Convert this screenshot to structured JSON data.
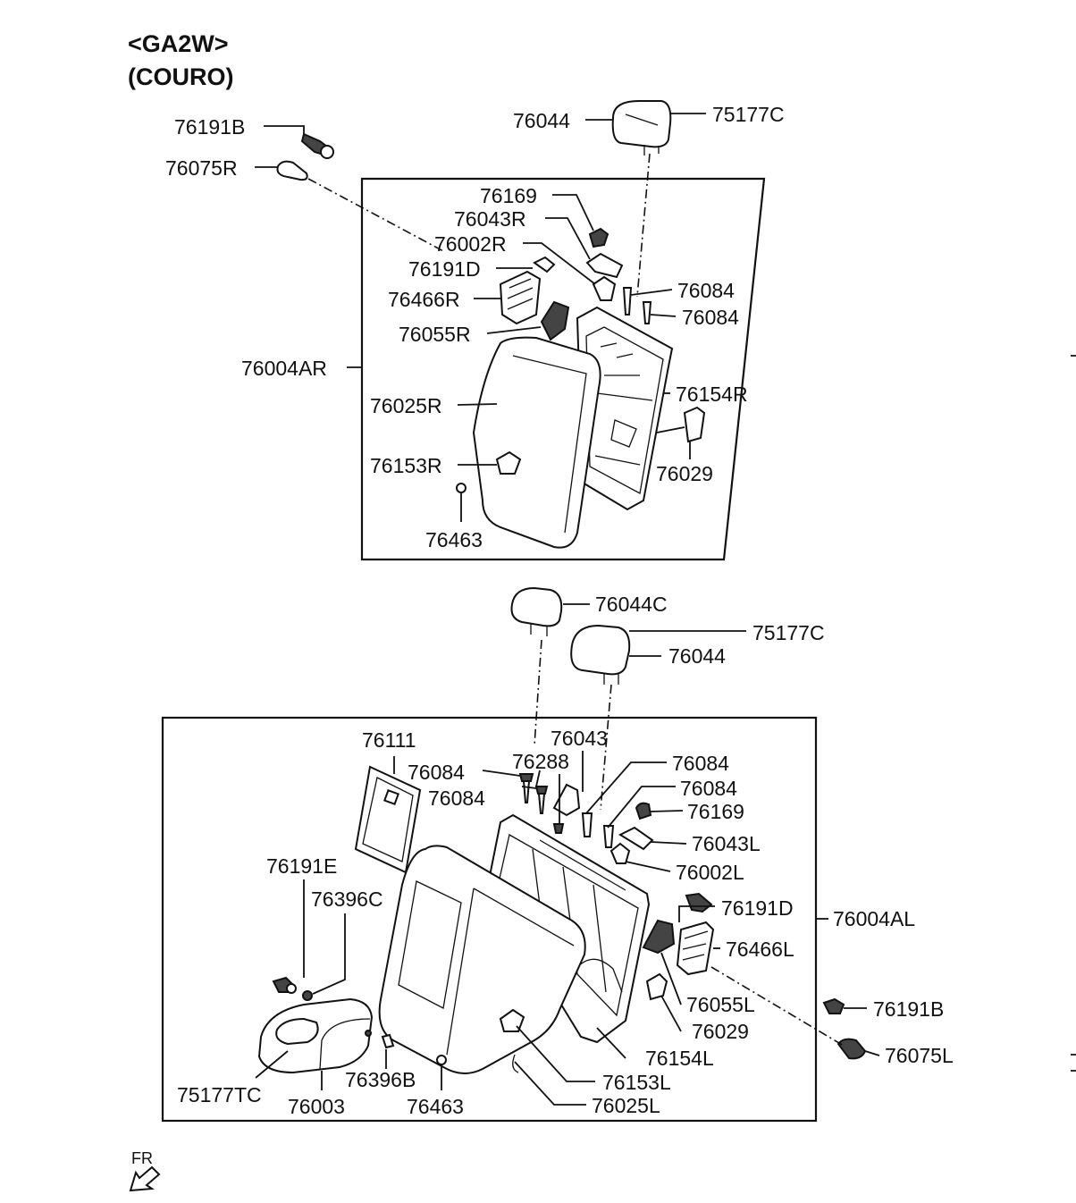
{
  "header": {
    "model": "<GA2W>",
    "variant": "(COURO)"
  },
  "fr_mark": "FR",
  "upper_section": {
    "labels": {
      "l76191B": "76191B",
      "l76075R": "76075R",
      "l76044": "76044",
      "l75177C": "75177C",
      "l76169": "76169",
      "l76043R": "76043R",
      "l76002R": "76002R",
      "l76191D": "76191D",
      "l76466R": "76466R",
      "l76055R": "76055R",
      "l76084a": "76084",
      "l76084b": "76084",
      "l76004AR": "76004AR",
      "l76025R": "76025R",
      "l76154R": "76154R",
      "l76153R": "76153R",
      "l76029": "76029",
      "l76463": "76463"
    }
  },
  "lower_section": {
    "labels": {
      "l76044C": "76044C",
      "l75177C": "75177C",
      "l76044": "76044",
      "l76111": "76111",
      "l76043": "76043",
      "l76084a": "76084",
      "l76288": "76288",
      "l76084b": "76084",
      "l76084c": "76084",
      "l76084d": "76084",
      "l76169": "76169",
      "l76043L": "76043L",
      "l76002L": "76002L",
      "l76191E": "76191E",
      "l76396C": "76396C",
      "l76191D": "76191D",
      "l76004AL": "76004AL",
      "l76466L": "76466L",
      "l76055L": "76055L",
      "l76029": "76029",
      "l76191B": "76191B",
      "l76154L": "76154L",
      "l76075L": "76075L",
      "l76153L": "76153L",
      "l76025L": "76025L",
      "l75177TC": "75177TC",
      "l76003": "76003",
      "l76396B": "76396B",
      "l76463": "76463"
    }
  }
}
